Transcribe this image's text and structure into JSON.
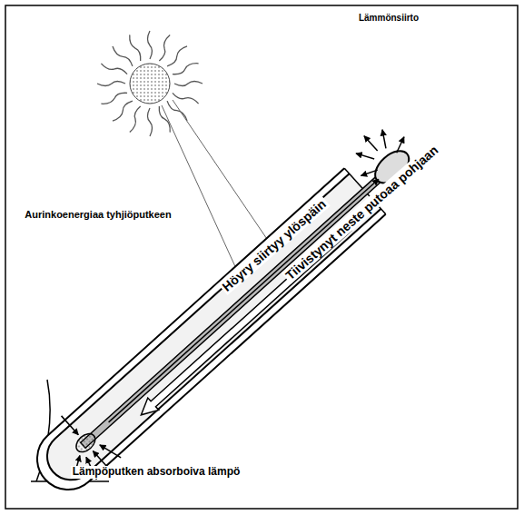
{
  "diagram": {
    "labels": [
      "Lämmönsiirto",
      "Aurinkoenergiaa tyhjiöputkeen",
      "Höyry siirtyy ylöspäin",
      "Tiivistynyt neste putoaa pohjaan",
      "Lämpöputken absorboiva lämpö"
    ]
  }
}
